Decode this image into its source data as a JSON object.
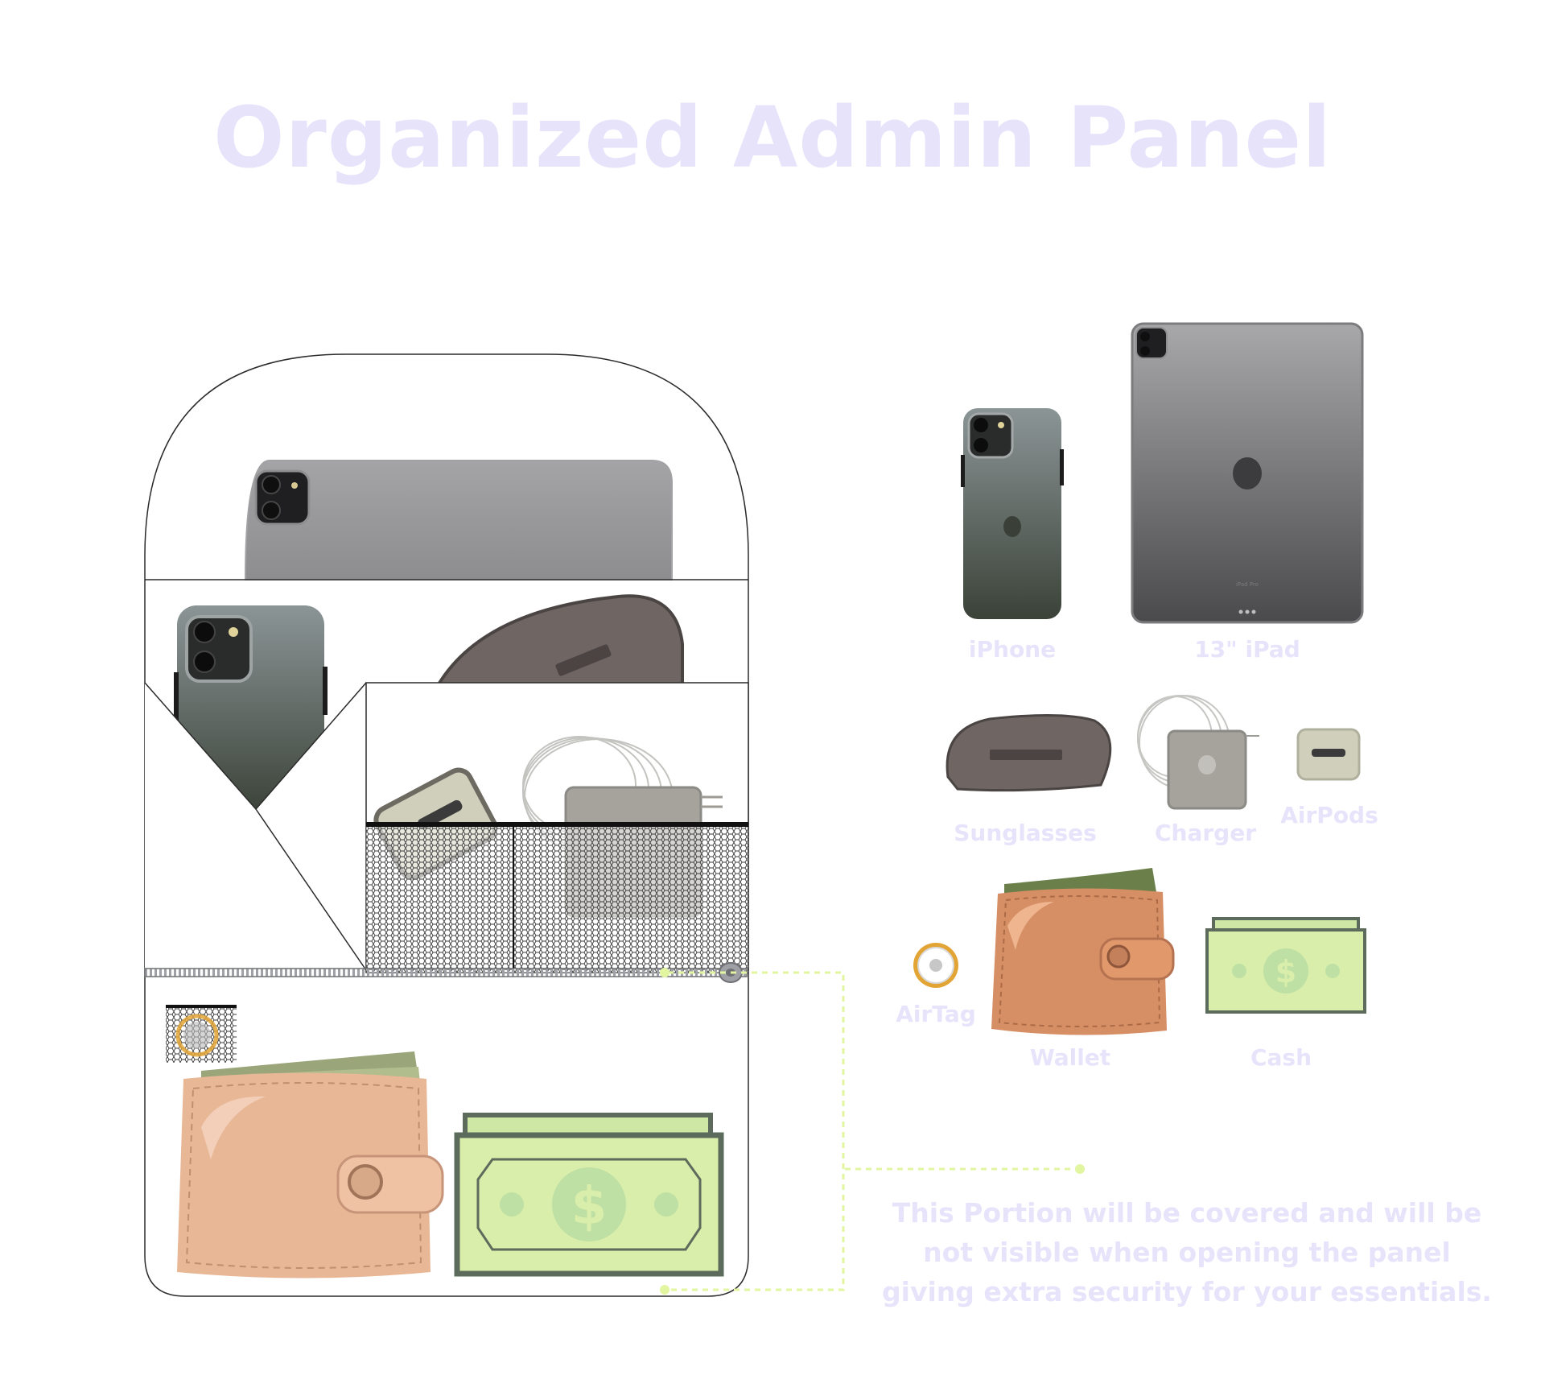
{
  "title": "Organized Admin Panel",
  "labels": {
    "iphone": "iPhone",
    "ipad": "13\" iPad",
    "sunglasses": "Sunglasses",
    "charger": "Charger",
    "airpods": "AirPods",
    "airtag": "AirTag",
    "wallet": "Wallet",
    "cash": "Cash"
  },
  "note": {
    "line1": "This Portion will be covered and will be",
    "line2": "not visible when opening the panel",
    "line3": "giving extra security for your essentials."
  },
  "ipad_small_text": "iPad Pro",
  "colors": {
    "title": "#e6e3fb",
    "label": "#e6e3fb",
    "connector": "#e2f5a0",
    "wallet_left": "#e8b796",
    "wallet_right": "#d68e64",
    "cash_light": "#d9eeaa",
    "cash_dark": "#bfe0a4",
    "cash_stroke": "#5d6b5c"
  }
}
